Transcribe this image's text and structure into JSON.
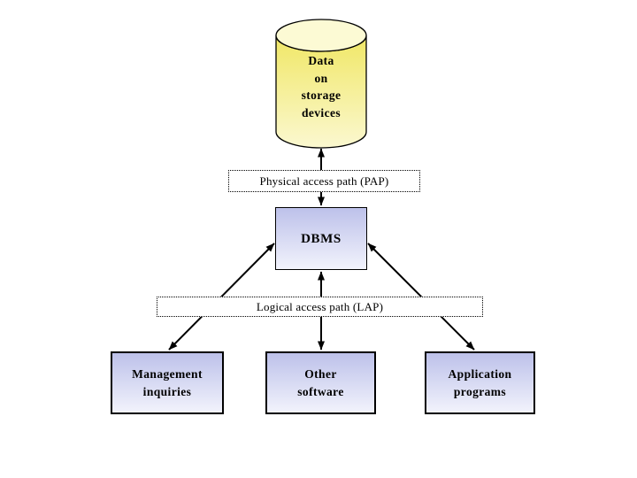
{
  "diagram": {
    "storage_cylinder": {
      "label": "Data\non\nstorage\ndevices"
    },
    "physical_access_path": {
      "label": "Physical access path (PAP)"
    },
    "dbms": {
      "label": "DBMS"
    },
    "logical_access_path": {
      "label": "Logical access path (LAP)"
    },
    "clients": [
      {
        "label": "Management\ninquiries"
      },
      {
        "label": "Other\nsoftware"
      },
      {
        "label": "Application\nprograms"
      }
    ],
    "colors": {
      "background": "#ffffff",
      "outline": "#000000",
      "arrow": "#000000",
      "cylinder_top_face": "#fcfad4",
      "cylinder_body_top": "#f0e765",
      "cylinder_body_bottom": "#fbf8d0",
      "box_gradient_top": "#bdc1ea",
      "box_gradient_bottom": "#f2f3fc",
      "label_box_background": "#ffffff"
    }
  }
}
